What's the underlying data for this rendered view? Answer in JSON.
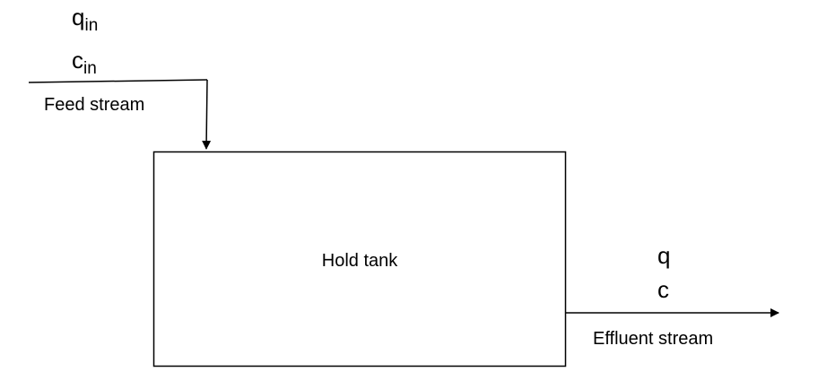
{
  "diagram": {
    "feed": {
      "flow_symbol": "q",
      "flow_subscript": "in",
      "conc_symbol": "c",
      "conc_subscript": "in",
      "label": "Feed stream"
    },
    "tank": {
      "label": "Hold tank"
    },
    "effluent": {
      "flow_symbol": "q",
      "conc_symbol": "c",
      "label": "Effluent stream"
    },
    "colors": {
      "line": "#000000",
      "background": "#ffffff"
    }
  }
}
